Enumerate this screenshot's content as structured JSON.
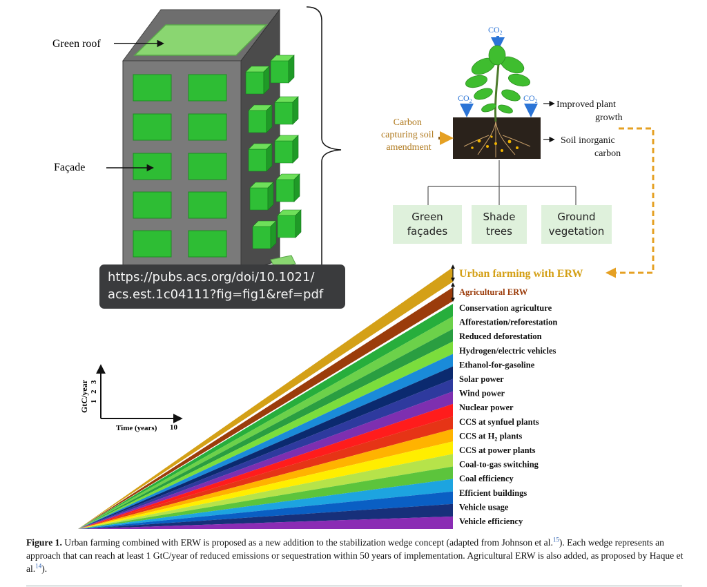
{
  "building": {
    "green_roof_label": "Green roof",
    "facade_label": "Façade"
  },
  "url_tooltip": {
    "line1": "https://pubs.acs.org/doi/10.1021/",
    "line2": "acs.est.1c04111?fig=fig1&ref=pdf"
  },
  "plant": {
    "co2_top": "CO2",
    "co2_left": "CO2",
    "co2_right": "CO2",
    "amendment_lines": [
      "Carbon",
      "capturing soil",
      "amendment"
    ],
    "growth_lines": [
      "Improved plant",
      "growth"
    ],
    "soil_carbon_lines": [
      "Soil inorganic",
      "carbon"
    ]
  },
  "boxes": [
    {
      "label": "Green\nfaçades"
    },
    {
      "label": "Shade\ntrees"
    },
    {
      "label": "Ground\nvegetation"
    }
  ],
  "axes": {
    "ylabel": "GtC/year",
    "yticks": [
      "1",
      "2",
      "3"
    ],
    "xlabel": "Time (years)",
    "xtick": "10"
  },
  "colors": {
    "urban": "#d4a017",
    "agri": "#9b3c0b",
    "wedges": [
      "#27ae3c",
      "#6cd14a",
      "#2a9e41",
      "#7bdd3c",
      "#1a8bd9",
      "#0b2a6f",
      "#2e3a9e",
      "#7e2fb0",
      "#ff1c1c",
      "#e63416",
      "#ffb300",
      "#ffee00",
      "#b6e34a",
      "#5cc43c",
      "#1da4e0",
      "#0a5fc4",
      "#17307a",
      "#8a2cb4"
    ]
  },
  "wedges": {
    "urban_label": "Urban farming with ERW",
    "agri_label": "Agricultural ERW",
    "labels": [
      "Conservation agriculture",
      "Afforestation/reforestation",
      "Reduced deforestation",
      "Hydrogen/electric vehicles",
      "Ethanol-for-gasoline",
      "Solar power",
      "Wind power",
      "Nuclear power",
      "CCS at synfuel plants",
      "CCS at H2 plants",
      "CCS at power plants",
      "Coal-to-gas switching",
      "Coal efficiency",
      "Efficient buildings",
      "Vehicle usage",
      "Vehicle efficiency"
    ]
  },
  "caption": {
    "label": "Figure 1.",
    "text1": " Urban farming combined with ERW is proposed as a new addition to the stabilization wedge concept (adapted from Johnson et al.",
    "ref1": "15",
    "text2": "). Each wedge represents an approach that can reach at least 1 GtC/year of reduced emissions or sequestration within 50 years of implementation. Agricultural ERW is also added, as proposed by Haque et al.",
    "ref2": "14",
    "text3": ")."
  }
}
